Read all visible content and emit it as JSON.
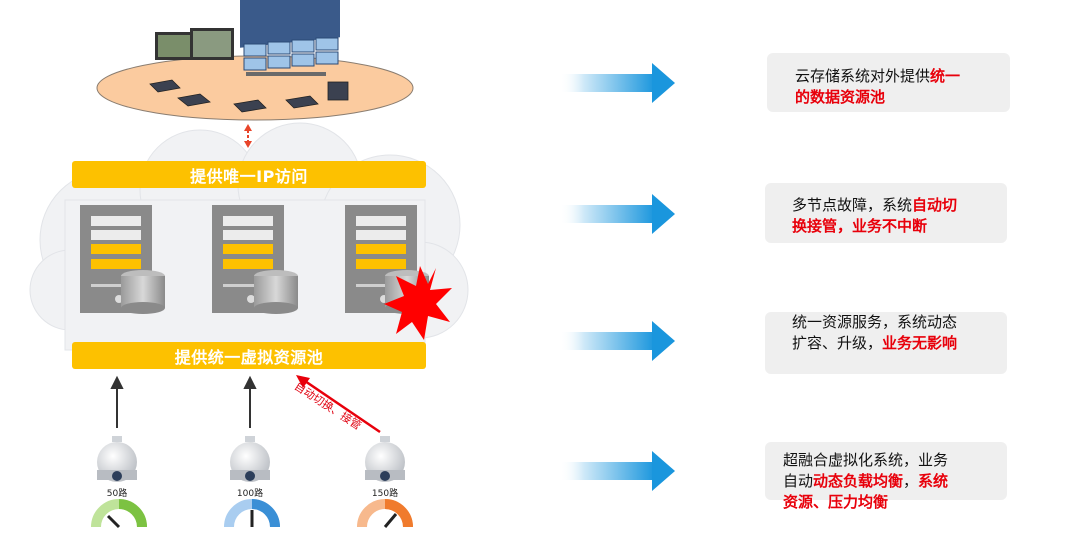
{
  "banners": {
    "top": "提供唯一IP访问",
    "bottom": "提供统一虚拟资源池"
  },
  "switch_label": "自动切换、接管",
  "cameras": [
    {
      "label": "50路",
      "gauge_color": "#7cc242"
    },
    {
      "label": "100路",
      "gauge_color": "#3a8fd6"
    },
    {
      "label": "150路",
      "gauge_color": "#f07b2d"
    }
  ],
  "features": [
    {
      "plain1": "云存储系统对外提供",
      "red1": "统一",
      "red2": "的数据资源池",
      "plain2": "",
      "red3": ""
    },
    {
      "plain1": "多节点故障，系统",
      "red1": "自动切",
      "red2": "换接管，业务不中断",
      "plain2": "",
      "red3": ""
    },
    {
      "plain1": "统一资源服务，系统动态",
      "red1": "",
      "red2": "",
      "plain2": "扩容、升级，",
      "red3": "业务无影响"
    },
    {
      "plain1": "超融合虚拟化系统，业务",
      "red1": "",
      "plain2": "自动",
      "red3": "动态负载均衡",
      "tail": "，",
      "red4": "系统",
      "red5": "资源、压力均衡"
    }
  ],
  "colors": {
    "accent_yellow": "#fdc100",
    "server_gray": "#8a8a8a",
    "arrow_blue": "#1a96dd",
    "alert_red": "#ff0000",
    "platform": "#fbcb9f"
  }
}
